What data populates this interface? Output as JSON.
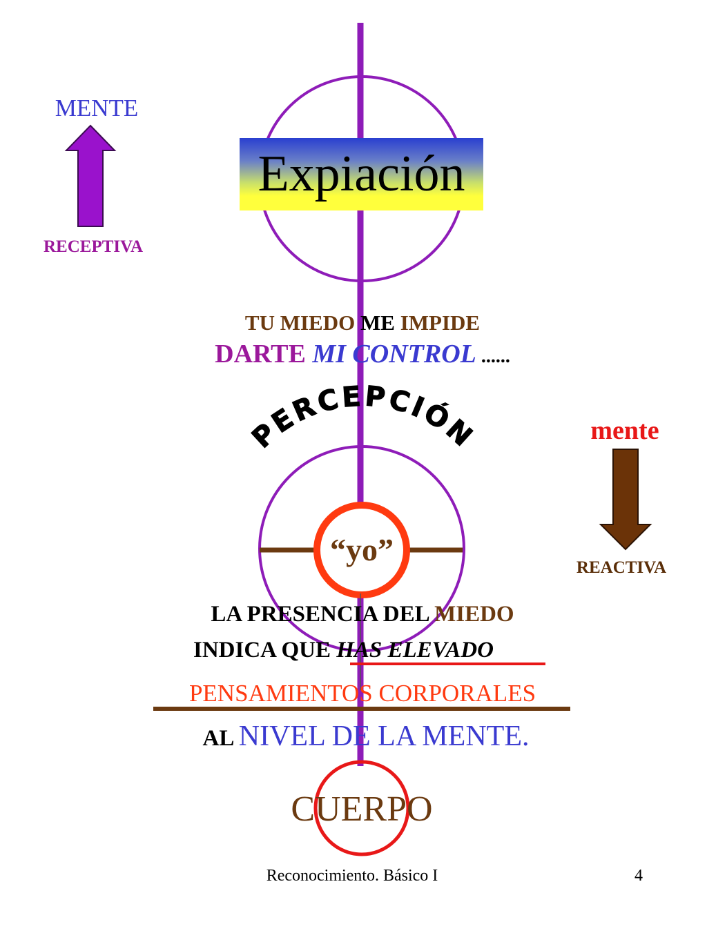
{
  "colors": {
    "axis": "#8e1cb8",
    "circle_outline": "#8e1cb8",
    "red": "#e81818",
    "orange_red": "#ff3a10",
    "brown": "#6b3a10",
    "blue": "#3a3ad0",
    "purple_text": "#9b189b",
    "dark_brown": "#5a2e08"
  },
  "left_indicator": {
    "top_label": "MENTE",
    "bottom_label": "RECEPTIVA",
    "arrow_direction": "up"
  },
  "right_indicator": {
    "top_label": "mente",
    "bottom_label": "REACTIVA",
    "arrow_direction": "down"
  },
  "top_circle": {
    "banner_text": "Expiación"
  },
  "fear_message": {
    "part1": "TU MIEDO ",
    "part2": "ME",
    "part3": " IMPIDE",
    "part4": "DARTE ",
    "part5": "MI CONTROL",
    "part6": " ......"
  },
  "arc_label": "PERCEPCIÓN",
  "ego_label": "“yo”",
  "presence_message": {
    "line1_a": "LA PRESENCIA DEL ",
    "line1_b": "MIEDO",
    "line2_a": "INDICA QUE ",
    "line2_b": "HAS ELEVADO",
    "line3": "PENSAMIENTOS CORPORALES",
    "line4_a": "AL ",
    "line4_b": "NIVEL DE LA MENTE."
  },
  "body_label": "CUERPO",
  "footer": {
    "left": "Reconocimiento. Básico I",
    "page_number": "4"
  }
}
